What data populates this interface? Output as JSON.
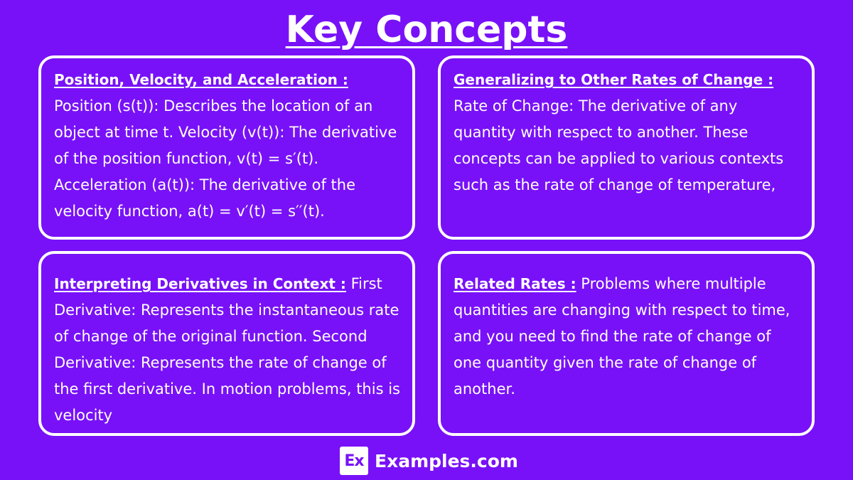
{
  "title": "Key Concepts",
  "cards": [
    {
      "heading": "Position, Velocity, and Acceleration :",
      "body": "Position (s(t)): Describes the location of an object at time t.  Velocity (v(t)): The derivative of the position function, v(t) = s′(t). Acceleration (a(t)): The derivative of the velocity function, a(t) = v′(t) = s′′(t)."
    },
    {
      "heading": "Generalizing to Other Rates of Change :",
      "body": "Rate of Change: The derivative of any quantity with respect to another. These concepts can be applied to various contexts such as the rate of change of temperature,"
    },
    {
      "heading": "Interpreting Derivatives in Context :",
      "body": " First Derivative: Represents the instantaneous rate of change of the original function. Second Derivative: Represents the rate of change of the first derivative. In motion problems, this is velocity"
    },
    {
      "heading": "Related Rates :",
      "body": " Problems where multiple quantities are changing with respect to time, and you need to find the rate of change of one quantity  given the rate of change of another."
    }
  ],
  "footer": {
    "logo_mark": "Ex",
    "site_name": "Examples.com"
  },
  "colors": {
    "background": "#7811f7",
    "foreground": "#ffffff"
  }
}
